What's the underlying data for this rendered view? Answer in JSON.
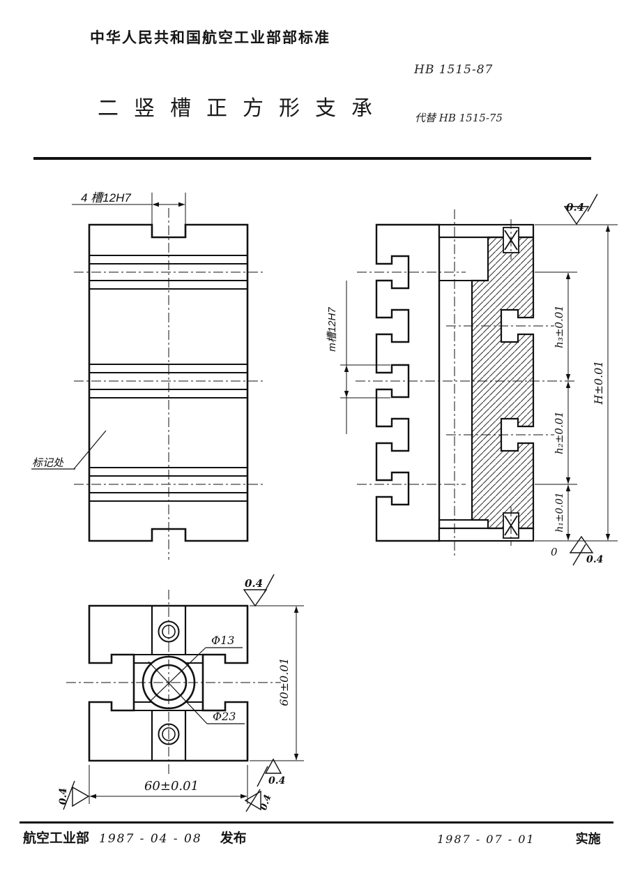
{
  "header": {
    "authority_line": "中华人民共和国航空工业部部标准",
    "standard_number": "HB 1515-87",
    "title": "二竖槽正方形支承",
    "supersedes": "代替 HB 1515-75"
  },
  "front_view": {
    "slot_callout": "4 槽12H7",
    "mark_callout": "标记处"
  },
  "side_view": {
    "slot_callout": "m槽12H7",
    "finish_top": "0.4",
    "finish_bottom": "0.4",
    "datum": "0",
    "dim_h3": "h₃±0.01",
    "dim_h2": "h₂±0.01",
    "dim_h1": "h₁±0.01",
    "dim_total": "H±0.01"
  },
  "plan_view": {
    "dia_hole": "Φ13",
    "dia_counterbore": "Φ23",
    "dim_height": "60±0.01",
    "dim_width": "60±0.01",
    "finish_top_right": "0.4",
    "finish_bottom_left": "0.4",
    "finish_bottom_right_a": "0.4",
    "finish_bottom_right_b": "0.4"
  },
  "footer": {
    "issuer": "航空工业部",
    "issue_date": "1987 - 04 - 08",
    "issue_action": "发布",
    "implement_date": "1987 - 07 - 01",
    "implement_action": "实施"
  }
}
